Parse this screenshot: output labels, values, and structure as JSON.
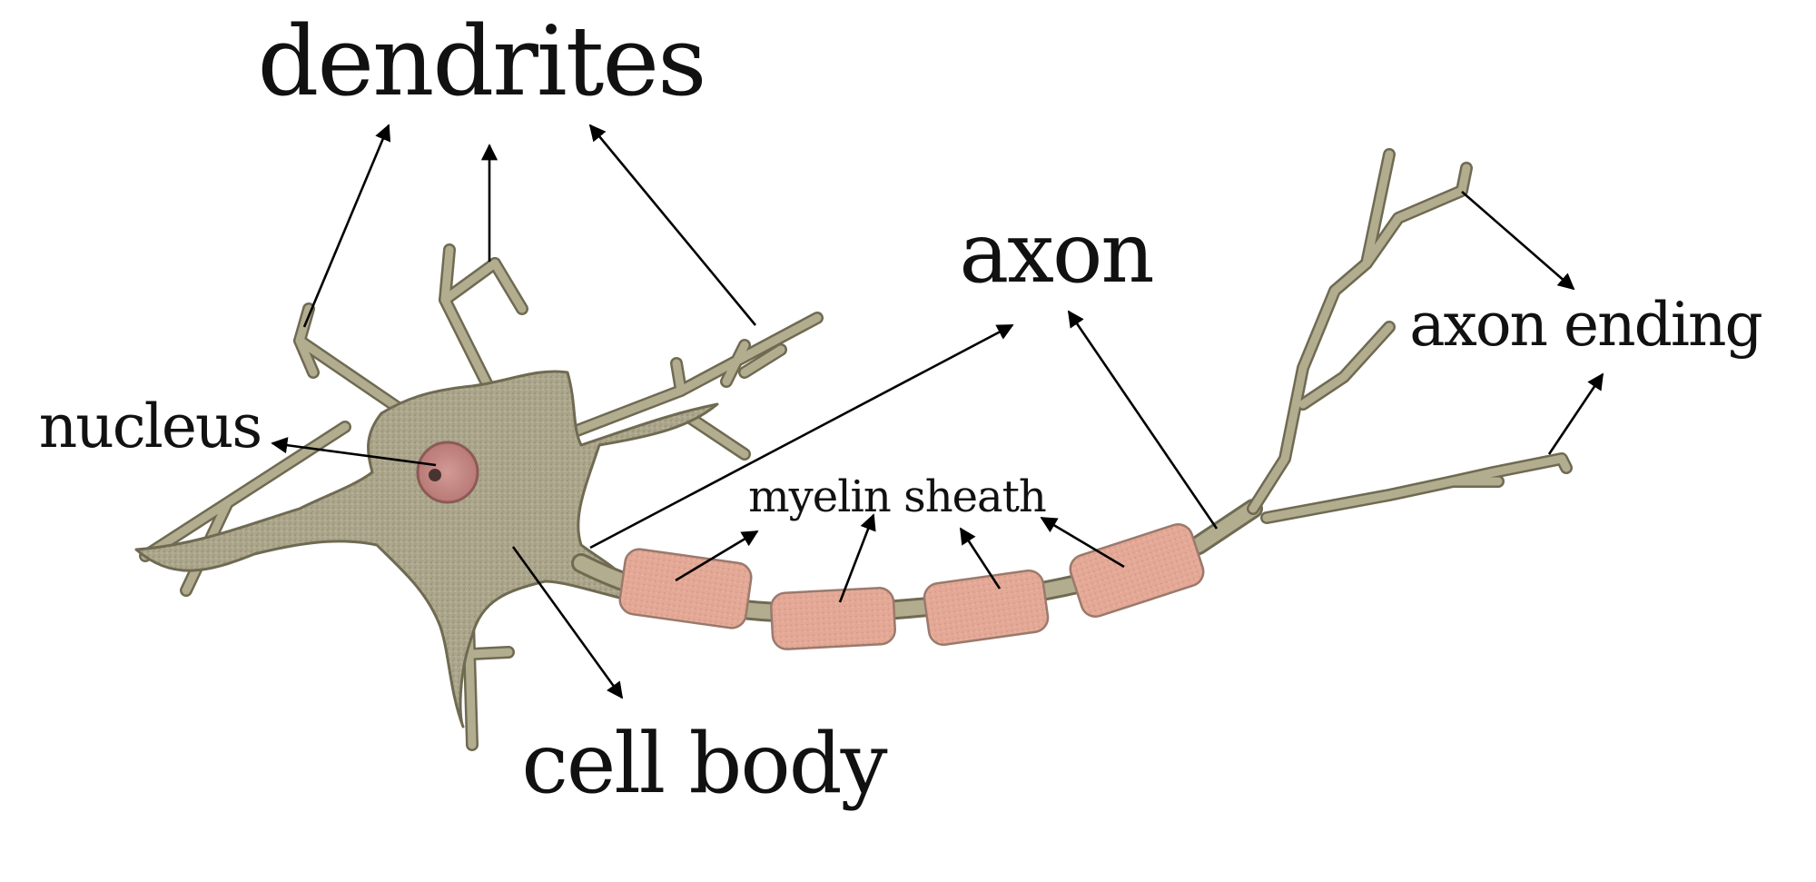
{
  "labels": {
    "dendrites": "dendrites",
    "axon": "axon",
    "axon_ending": "axon ending",
    "nucleus": "nucleus",
    "myelin_sheath": "myelin sheath",
    "cell_body": "cell body"
  },
  "colors": {
    "cell": "#aca78c",
    "cell_outline": "#6f6a52",
    "nucleus": "#c98a86",
    "myelin": "#e4a896",
    "text": "#111111",
    "background": "#ffffff"
  }
}
